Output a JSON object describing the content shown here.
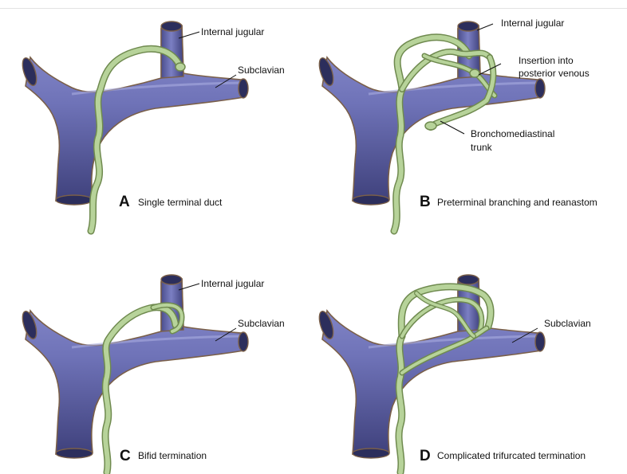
{
  "panels": [
    {
      "id": "A",
      "letter": "A",
      "caption": "Single terminal duct",
      "labels": {
        "jugular": "Internal jugular",
        "subclavian": "Subclavian"
      }
    },
    {
      "id": "B",
      "letter": "B",
      "caption": "Preterminal branching and reanastom",
      "labels": {
        "jugular": "Internal jugular",
        "insertion_line1": "Insertion into",
        "insertion_line2": "posterior venous",
        "broncho_line1": "Bronchomediastinal",
        "broncho_line2": "trunk"
      }
    },
    {
      "id": "C",
      "letter": "C",
      "caption": "Bifid termination",
      "labels": {
        "jugular": "Internal jugular",
        "subclavian": "Subclavian"
      }
    },
    {
      "id": "D",
      "letter": "D",
      "caption": "Complicated trifurcated termination",
      "labels": {
        "subclavian": "Subclavian"
      }
    }
  ],
  "colors": {
    "vein_fill": "#6f73b8",
    "vein_dark": "#3f417c",
    "vein_edge": "#8a6a4a",
    "duct_fill": "#b7d39a",
    "duct_edge": "#6f8a4f",
    "duct_light": "#e4f0d4"
  }
}
